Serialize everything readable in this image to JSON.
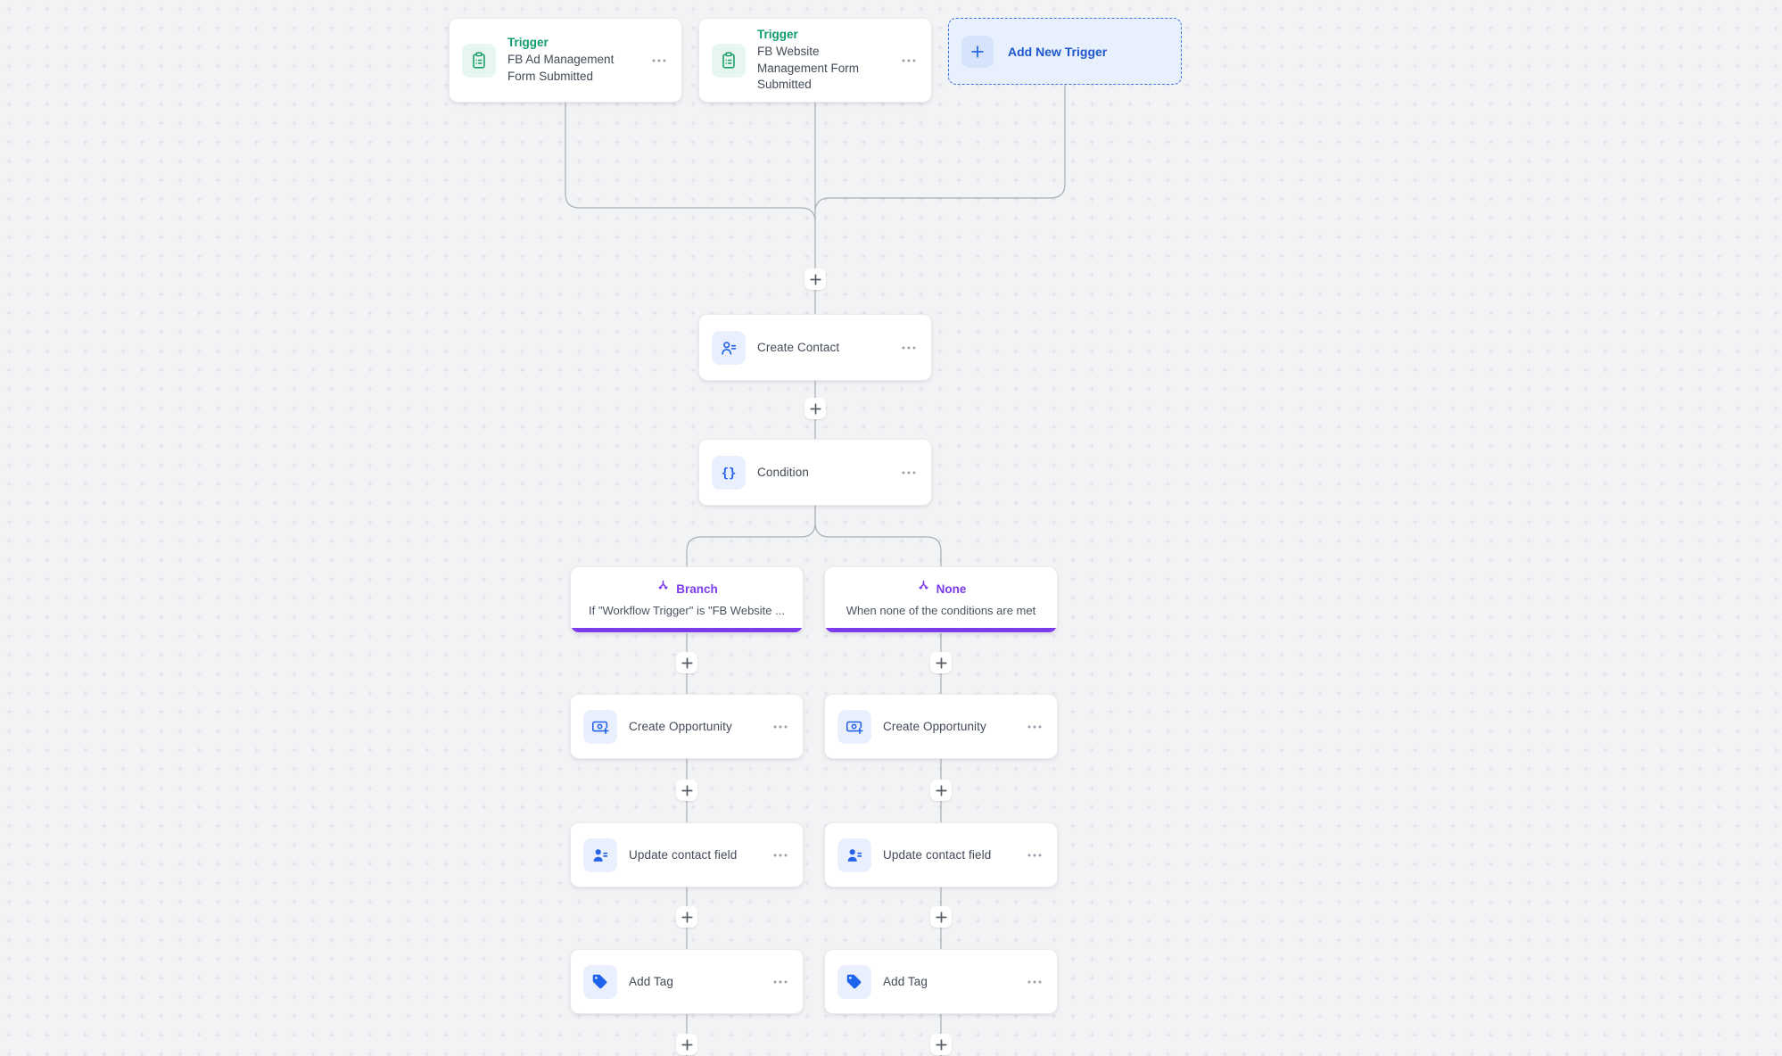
{
  "canvas": {
    "background_color": "#f2f3f5",
    "grid_dot_color": "#e0e2e7",
    "connector_color": "#a9aeb6"
  },
  "accents": {
    "trigger_green": "#0f9d68",
    "action_blue": "#2563eb",
    "branch_purple": "#7c3aed",
    "add_trigger_blue": "#1f57cf"
  },
  "triggers": {
    "items": [
      {
        "badge": "Trigger",
        "name": "FB Ad Management Form Submitted",
        "icon": "clipboard-icon"
      },
      {
        "badge": "Trigger",
        "name": "FB Website Management Form Submitted",
        "icon": "clipboard-icon"
      }
    ],
    "add_button": {
      "label": "Add New Trigger",
      "icon": "plus-icon"
    }
  },
  "steps": {
    "create_contact": {
      "label": "Create Contact",
      "icon": "user-list-icon"
    },
    "condition": {
      "label": "Condition",
      "icon": "braces-icon"
    }
  },
  "branches": {
    "left": {
      "title": "Branch",
      "subtitle": "If \"Workflow Trigger\" is \"FB Website ...",
      "icon": "branch-icon"
    },
    "right": {
      "title": "None",
      "subtitle": "When none of the conditions are met",
      "icon": "branch-icon"
    }
  },
  "columns": {
    "left": {
      "steps": [
        {
          "label": "Create Opportunity",
          "icon": "opportunity-icon"
        },
        {
          "label": "Update contact field",
          "icon": "user-filled-icon"
        },
        {
          "label": "Add Tag",
          "icon": "tag-icon"
        }
      ]
    },
    "right": {
      "steps": [
        {
          "label": "Create Opportunity",
          "icon": "opportunity-icon"
        },
        {
          "label": "Update contact field",
          "icon": "user-filled-icon"
        },
        {
          "label": "Add Tag",
          "icon": "tag-icon"
        }
      ]
    }
  }
}
